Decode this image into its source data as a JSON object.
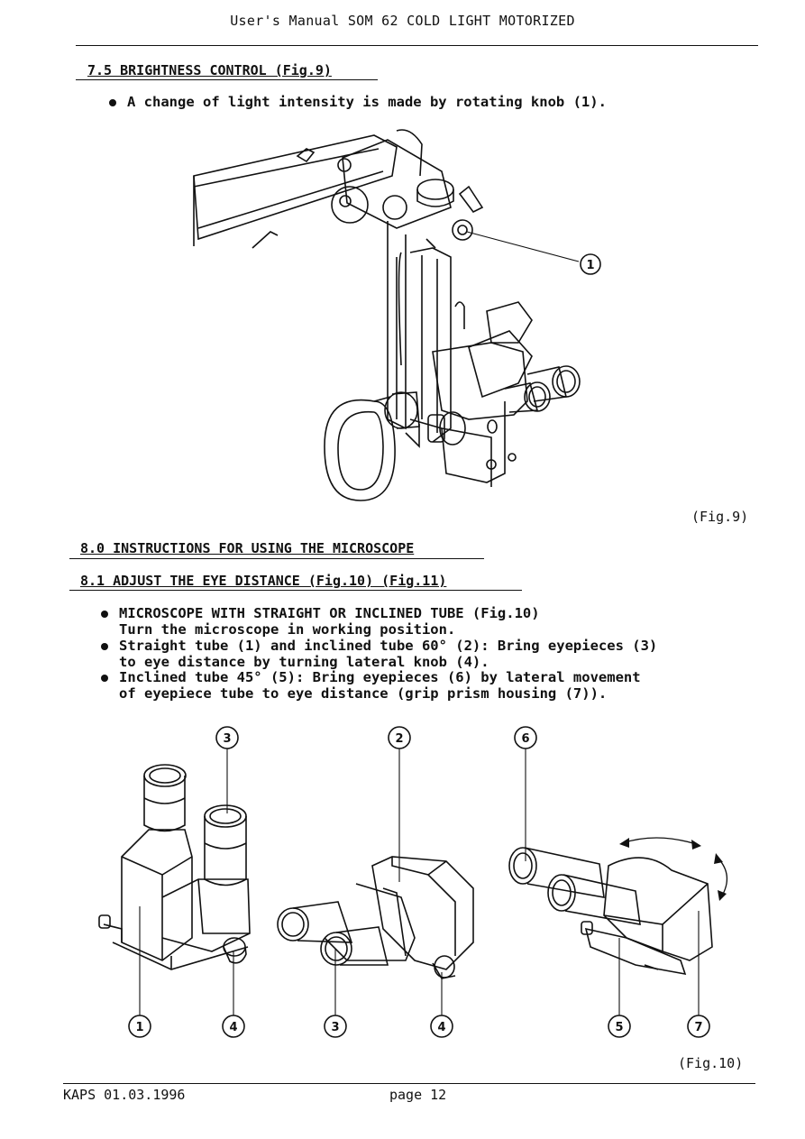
{
  "header": {
    "title": "User's Manual SOM 62 COLD LIGHT MOTORIZED"
  },
  "section_7_5": {
    "heading": "7.5 BRIGHTNESS CONTROL (Fig.9)",
    "bullet": "A change of light intensity is made by rotating knob (1).",
    "callout": "1",
    "caption": "(Fig.9)"
  },
  "section_8_0": {
    "heading": "8.0 INSTRUCTIONS FOR USING THE MICROSCOPE"
  },
  "section_8_1": {
    "heading": "8.1 ADJUST THE EYE DISTANCE (Fig.10) (Fig.11)",
    "bullets": [
      {
        "line1": "MICROSCOPE WITH STRAIGHT OR INCLINED TUBE (Fig.10)",
        "line2": "Turn the microscope in working position."
      },
      {
        "line1": "Straight tube (1) and inclined tube 60° (2): Bring eyepieces (3)",
        "line2": "to eye distance by turning lateral knob (4)."
      },
      {
        "line1": "Inclined tube 45° (5): Bring eyepieces (6) by lateral movement",
        "line2": "of eyepiece tube to eye distance (grip prism housing (7))."
      }
    ],
    "callouts": [
      "3",
      "2",
      "6",
      "1",
      "4",
      "3",
      "4",
      "5",
      "7"
    ],
    "caption": "(Fig.10)"
  },
  "footer": {
    "left": "KAPS 01.03.1996",
    "center": "page 12"
  }
}
